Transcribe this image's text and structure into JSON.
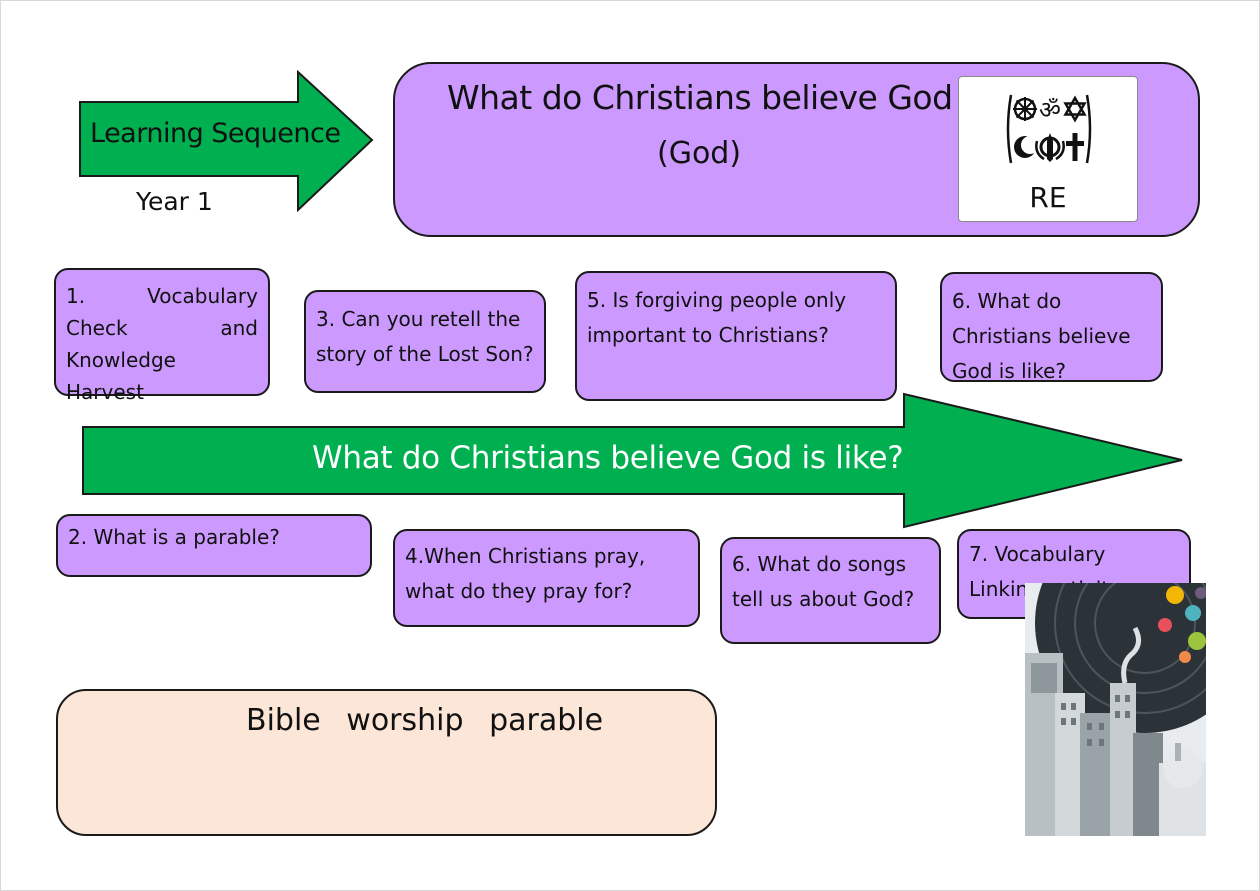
{
  "header": {
    "learning_sequence": "Learning Sequence",
    "year": "Year 1",
    "title": "What do Christians believe God is like?",
    "subtitle": "(God)",
    "logo_text": "RE"
  },
  "lessons_top": [
    {
      "text": "1. Vocabulary Check and Knowledge Harvest"
    },
    {
      "text": "3. Can you retell the story of the Lost Son?"
    },
    {
      "text": "5. Is forgiving people only important to Christians?"
    },
    {
      "text": "6. What do Christians believe God is like?"
    }
  ],
  "arrow_text": "What do Christians believe God is like?",
  "lessons_bottom": [
    {
      "text": "2. What is a parable?"
    },
    {
      "text": "4.When Christians pray, what do they pray for?"
    },
    {
      "text": "6. What do songs tell us about God?"
    },
    {
      "text": "7. Vocabulary Linking activity"
    }
  ],
  "vocabulary_box": "Bible worship parable",
  "colors": {
    "purple": "#cc99ff",
    "green": "#00b050",
    "peach": "#fce6d8",
    "outline": "#1a1a1a"
  },
  "icons": [
    "dharma-wheel-icon",
    "om-icon",
    "star-of-david-icon",
    "crescent-icon",
    "khanda-icon",
    "cross-icon"
  ]
}
